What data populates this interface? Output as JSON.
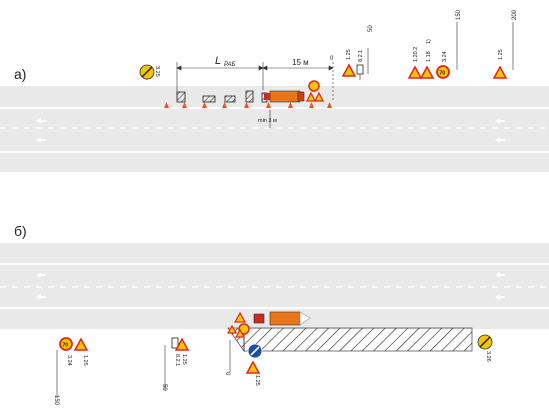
{
  "panel_a": {
    "label": "а)",
    "dim_work": "L",
    "dim_work_sub": "РАБ",
    "dim_15": "15 м",
    "dim_zero": "0",
    "min_gap": "min 3 м",
    "dist_50": "50",
    "dist_150": "150",
    "dist_200": "200",
    "sign_325": "3.25",
    "sign_125": "1.25",
    "sign_821": "8.2.1",
    "sign_1202": "1.20.2",
    "sign_118": "1.18",
    "sign_118_note": "1)",
    "sign_324": "3.24",
    "sign_125b": "1.25",
    "speed": "70"
  },
  "panel_b": {
    "label": "б)",
    "sign_324": "3.24",
    "sign_125": "1.25",
    "dist_150": "150",
    "sign_125b": "1.25",
    "sign_821": "8.2.1",
    "dist_50": "50",
    "dist_zero": "0",
    "sign_1": "1.25",
    "sign_326": "3.26",
    "speed": "70"
  },
  "colors": {
    "road": "#e9e9e9",
    "lane_mark": "#ffffff",
    "sign_red": "#e1261c",
    "sign_yellow": "#f5c400",
    "sign_blue": "#1f4fa3",
    "cone": "#e85a1b",
    "vehicle": "#e8751a"
  }
}
